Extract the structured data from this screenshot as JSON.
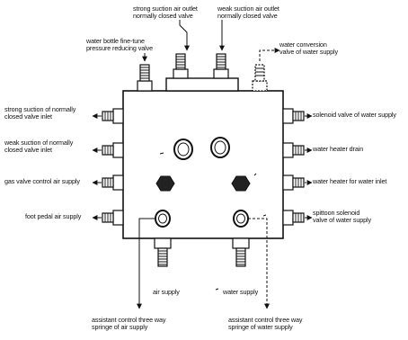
{
  "labels": {
    "strong_suction_outlet": [
      "strong suction air outlet",
      "normally closed valve"
    ],
    "weak_suction_outlet": [
      "weak suction air outlet",
      "normally closed valve"
    ],
    "water_bottle_valve": [
      "water bottle fine-tune",
      "pressure reducing valve"
    ],
    "water_conversion": [
      "water conversion",
      "valve of water supply"
    ],
    "strong_suction_inlet": [
      "strong suction of normally",
      "closed valve inlet"
    ],
    "solenoid_valve": [
      "solenoid valve of water supply"
    ],
    "weak_suction_inlet": [
      "weak suction of normally",
      "closed valve inlet"
    ],
    "water_heater_drain": [
      "water heater drain"
    ],
    "gas_valve": [
      "gas valve control air supply"
    ],
    "water_heater_inlet": [
      "water heater for water inlet"
    ],
    "foot_pedal": [
      "foot pedal air supply"
    ],
    "spittoon_solenoid": [
      "spittoon solenoid",
      "valve of water supply"
    ],
    "air_supply": [
      "air supply"
    ],
    "water_supply": [
      "water supply"
    ],
    "assistant_air": [
      "assistant control three way",
      "springe of air supply"
    ],
    "assistant_water": [
      "assistant control three way",
      "springe of water supply"
    ]
  },
  "colors": {
    "line": "#111111",
    "fill": "#ffffff",
    "hex_fill": "#222222"
  }
}
